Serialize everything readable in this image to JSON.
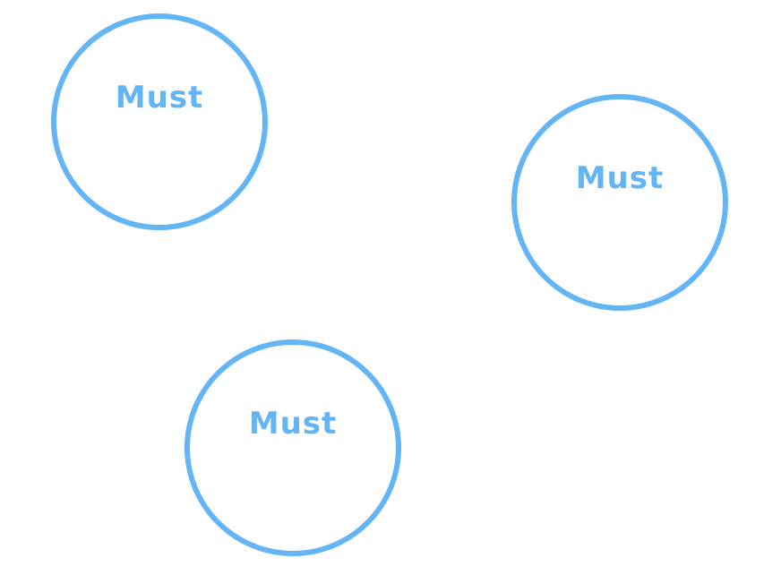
{
  "accent_color": "#64b5f6",
  "nodes": [
    {
      "label": "Must"
    },
    {
      "label": "Must"
    },
    {
      "label": "Must"
    }
  ]
}
